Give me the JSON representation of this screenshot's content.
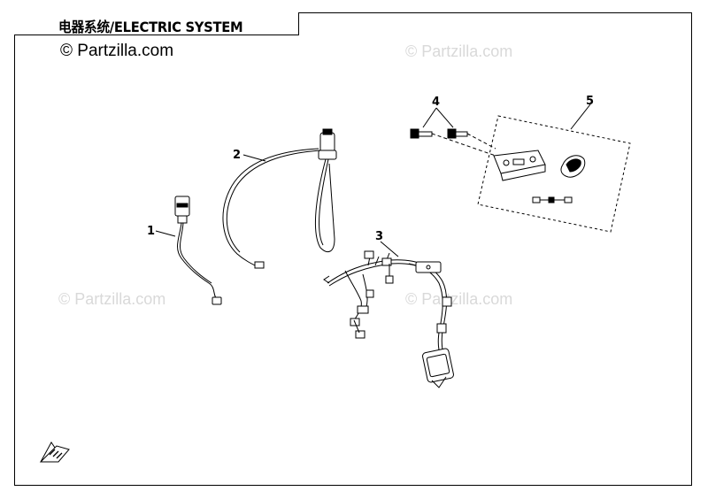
{
  "title": "电器系统/ELECTRIC SYSTEM",
  "copyright": "© Partzilla.com",
  "watermark": "© Partzilla.com",
  "callouts": [
    "1",
    "2",
    "3",
    "4",
    "5"
  ],
  "icons": [
    "front-direction-arrow-icon"
  ]
}
